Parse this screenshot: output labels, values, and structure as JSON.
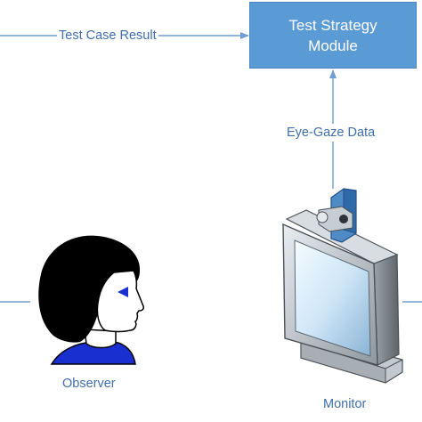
{
  "module": {
    "line1": "Test Strategy",
    "line2": "Module"
  },
  "labels": {
    "test_case_result": "Test Case Result",
    "eye_gaze_data": "Eye-Gaze Data",
    "observer": "Observer",
    "monitor": "Monitor"
  },
  "colors": {
    "accent": "#5b9bd5",
    "arrow": "#6d9ed4",
    "label_text": "#3f6fae",
    "hair": "#000000",
    "shirt": "#1a2fd0",
    "skin": "#ffffff"
  }
}
